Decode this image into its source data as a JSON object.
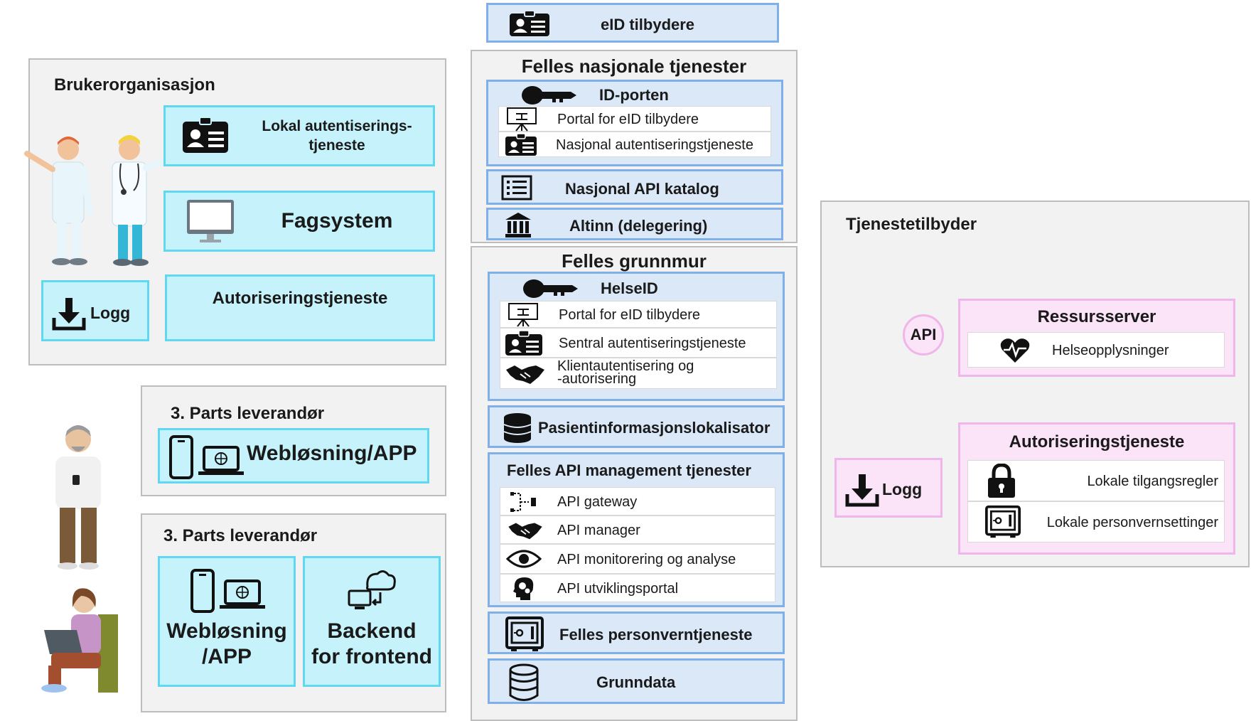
{
  "eid_header": "eID tilbydere",
  "brukerorg": {
    "title": "Brukerorganisasjon",
    "lokal_auth": "Lokal autentiserings-\ntjeneste",
    "fagsystem": "Fagsystem",
    "logg": "Logg",
    "autorisering": "Autoriseringstjeneste"
  },
  "third_party_1": {
    "title": "3. Parts leverandør",
    "app": "Webløsning/APP"
  },
  "third_party_2": {
    "title": "3. Parts leverandør",
    "app": "Webløsning\n/APP",
    "backend": "Backend\nfor frontend"
  },
  "felles_nasjonale": {
    "title": "Felles nasjonale tjenester",
    "idporten": "ID-porten",
    "idporten_items": [
      "Portal for eID tilbydere",
      "Nasjonal autentiseringstjeneste"
    ],
    "api_katalog": "Nasjonal API katalog",
    "altinn": "Altinn (delegering)"
  },
  "felles_grunnmur": {
    "title": "Felles grunnmur",
    "helseid": "HelseID",
    "helseid_items": [
      "Portal for eID tilbydere",
      "Sentral autentiseringstjeneste",
      "Klientautentisering og\n-autorisering"
    ],
    "pasient": "Pasientinformasjonslokalisator",
    "api_mgmt_title": "Felles API management tjenester",
    "api_mgmt_items": [
      "API gateway",
      "API manager",
      "API monitorering og analyse",
      "API utviklingsportal"
    ],
    "personvern": "Felles personverntjeneste",
    "grunndata": "Grunndata"
  },
  "tjenestetilbyder": {
    "title": "Tjenestetilbyder",
    "api_badge": "API",
    "ressursserver": "Ressursserver",
    "helseopplysninger": "Helseopplysninger",
    "logg": "Logg",
    "autorisering": "Autoriseringstjeneste",
    "tilgangsregler": "Lokale tilgangsregler",
    "personvern": "Lokale personvernsettinger"
  }
}
